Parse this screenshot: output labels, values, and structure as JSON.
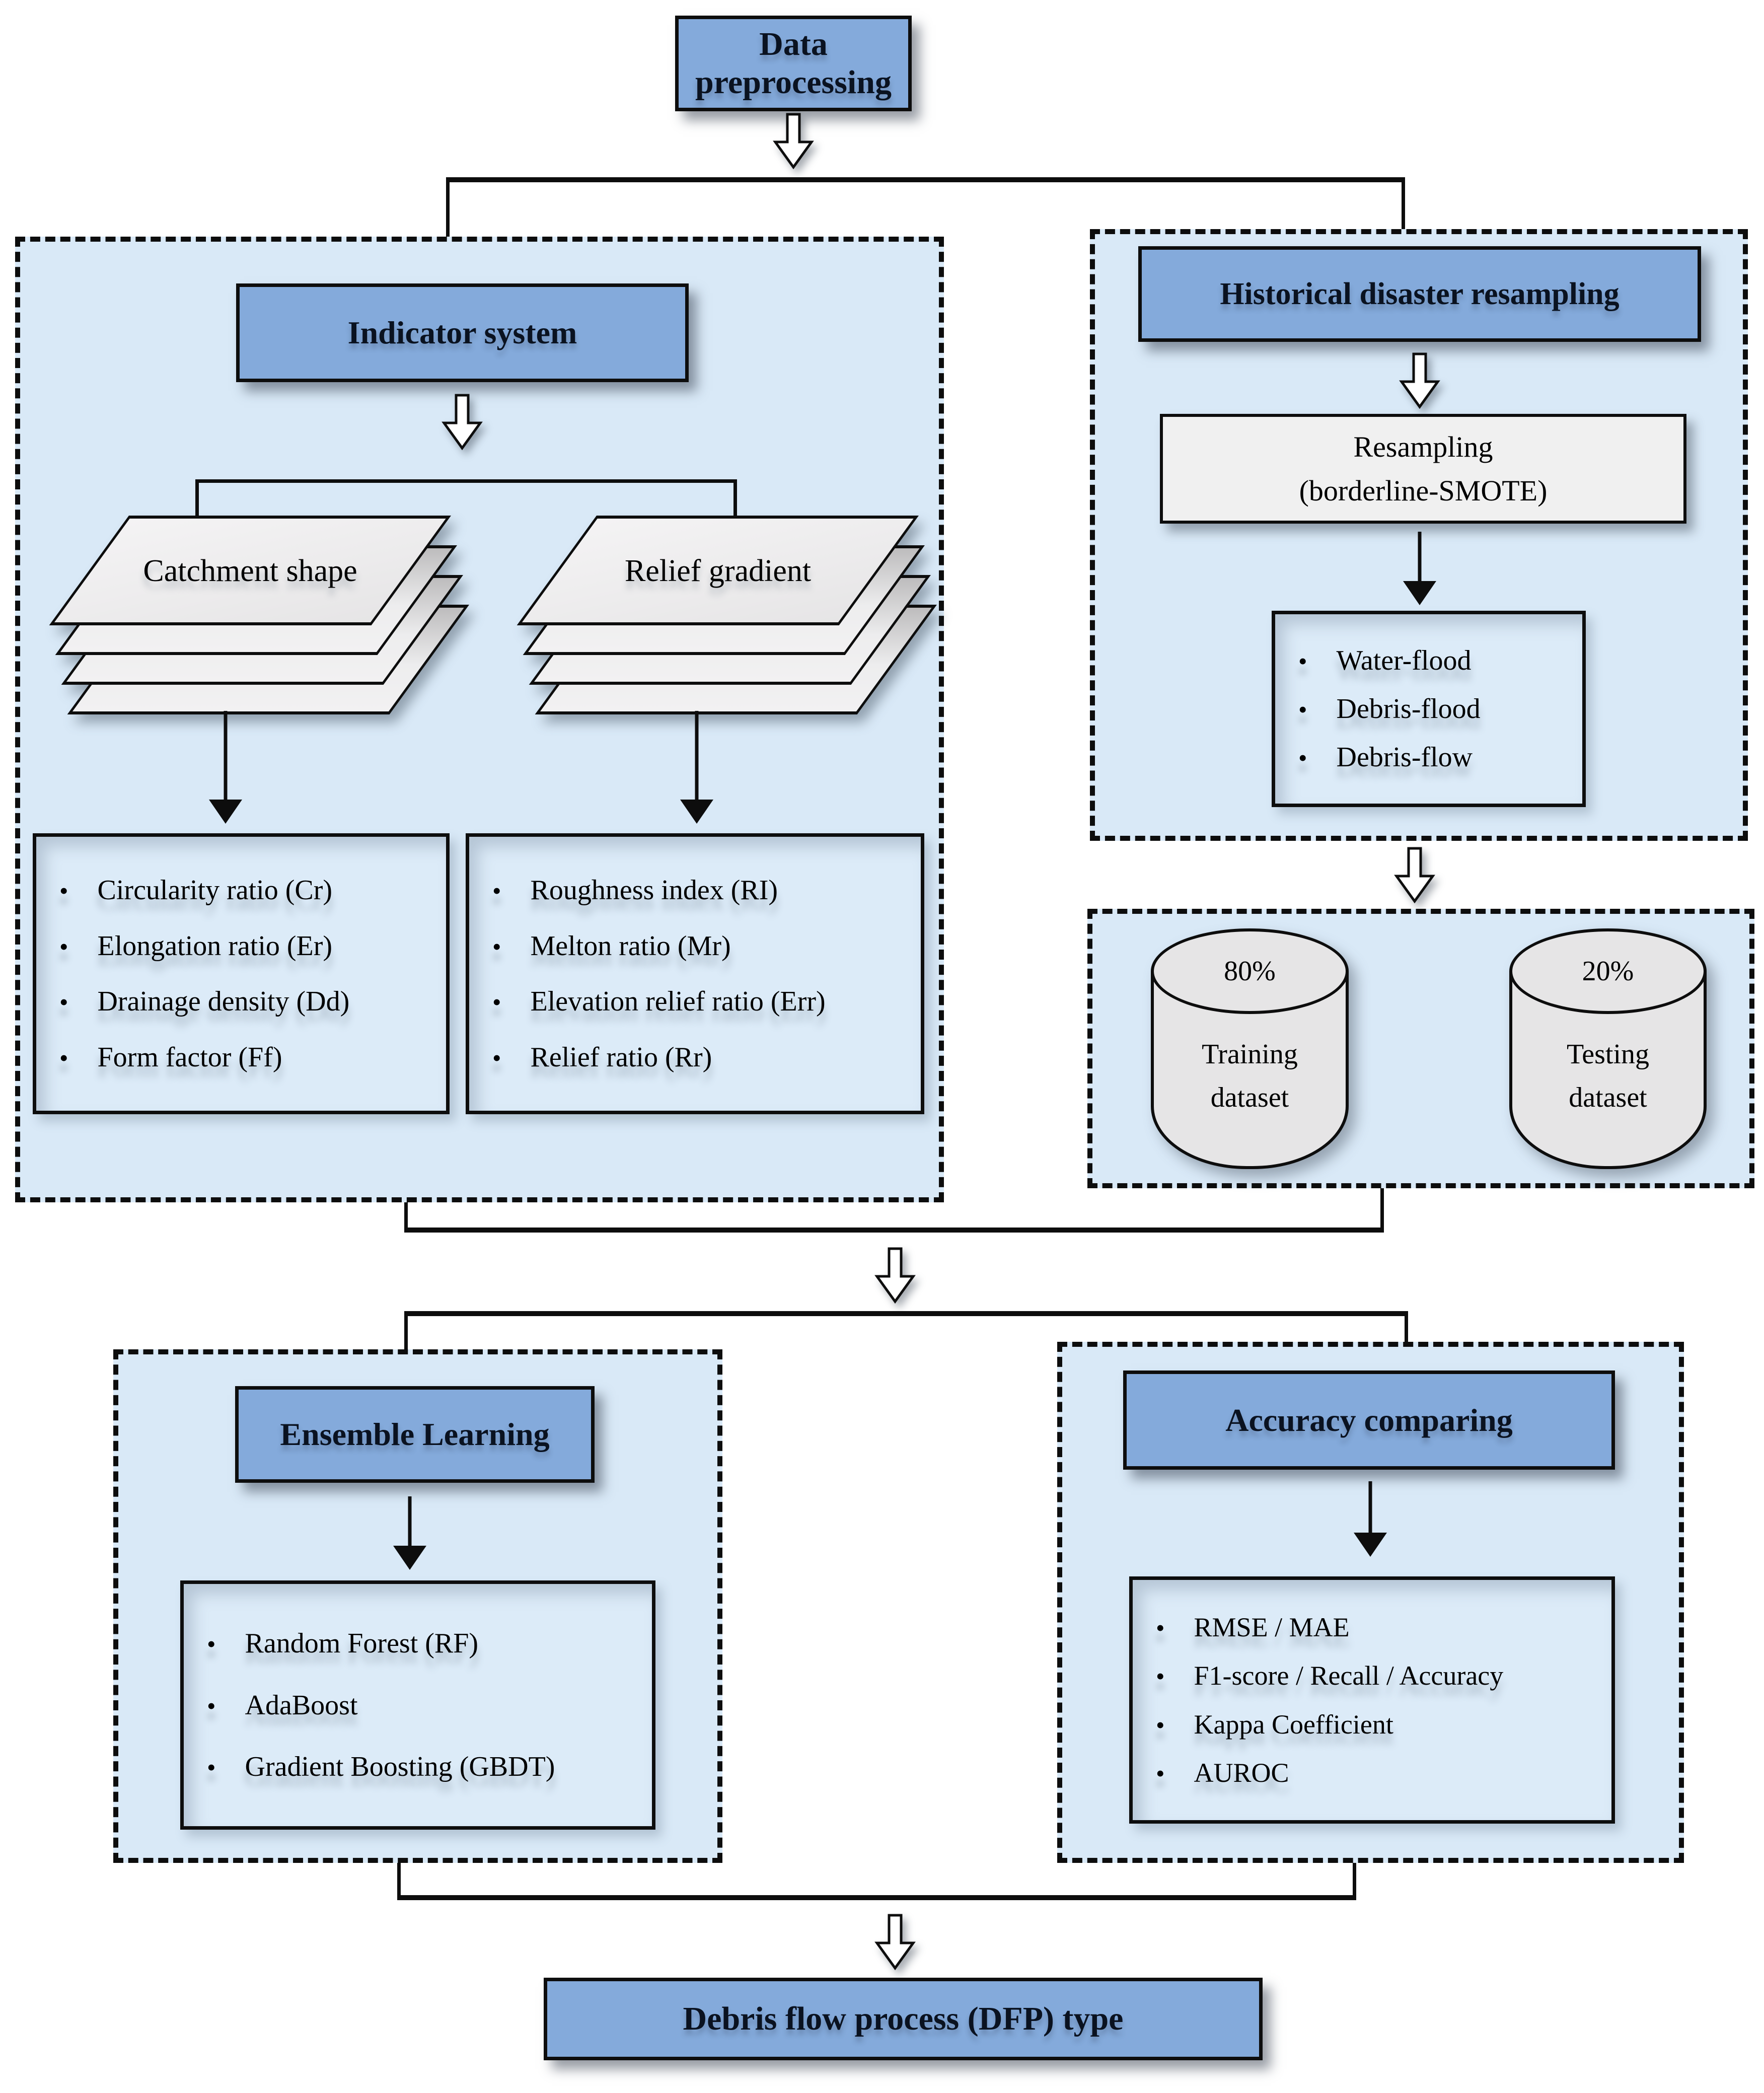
{
  "top": {
    "title": "Data preprocessing"
  },
  "indicator_panel": {
    "header": "Indicator system",
    "catchment": {
      "label": "Catchment shape",
      "items": [
        "Circularity ratio (Cr)",
        "Elongation ratio (Er)",
        "Drainage density (Dd)",
        "Form factor (Ff)"
      ]
    },
    "relief": {
      "label": "Relief gradient",
      "items": [
        "Roughness index (RI)",
        "Melton ratio (Mr)",
        "Elevation relief ratio (Err)",
        "Relief ratio (Rr)"
      ]
    }
  },
  "resampling_panel": {
    "header": "Historical disaster resampling",
    "box_line1": "Resampling",
    "box_line2": "(borderline-SMOTE)",
    "items": [
      "Water-flood",
      "Debris-flood",
      "Debris-flow"
    ]
  },
  "datasets": {
    "training": {
      "percent": "80%",
      "line1": "Training",
      "line2": "dataset"
    },
    "testing": {
      "percent": "20%",
      "line1": "Testing",
      "line2": "dataset"
    }
  },
  "ensemble_panel": {
    "header": "Ensemble Learning",
    "items": [
      "Random Forest (RF)",
      "AdaBoost",
      "Gradient Boosting (GBDT)"
    ]
  },
  "accuracy_panel": {
    "header": "Accuracy comparing",
    "items": [
      "RMSE / MAE",
      "F1-score / Recall / Accuracy",
      "Kappa Coefficient",
      "AUROC"
    ]
  },
  "output": {
    "title": "Debris flow process (DFP) type"
  },
  "colors": {
    "accent_blue": "#84aadb",
    "panel_blue": "#d9e9f7",
    "line_black": "#0d0d0d",
    "gray_box": "#f0f0f0"
  }
}
